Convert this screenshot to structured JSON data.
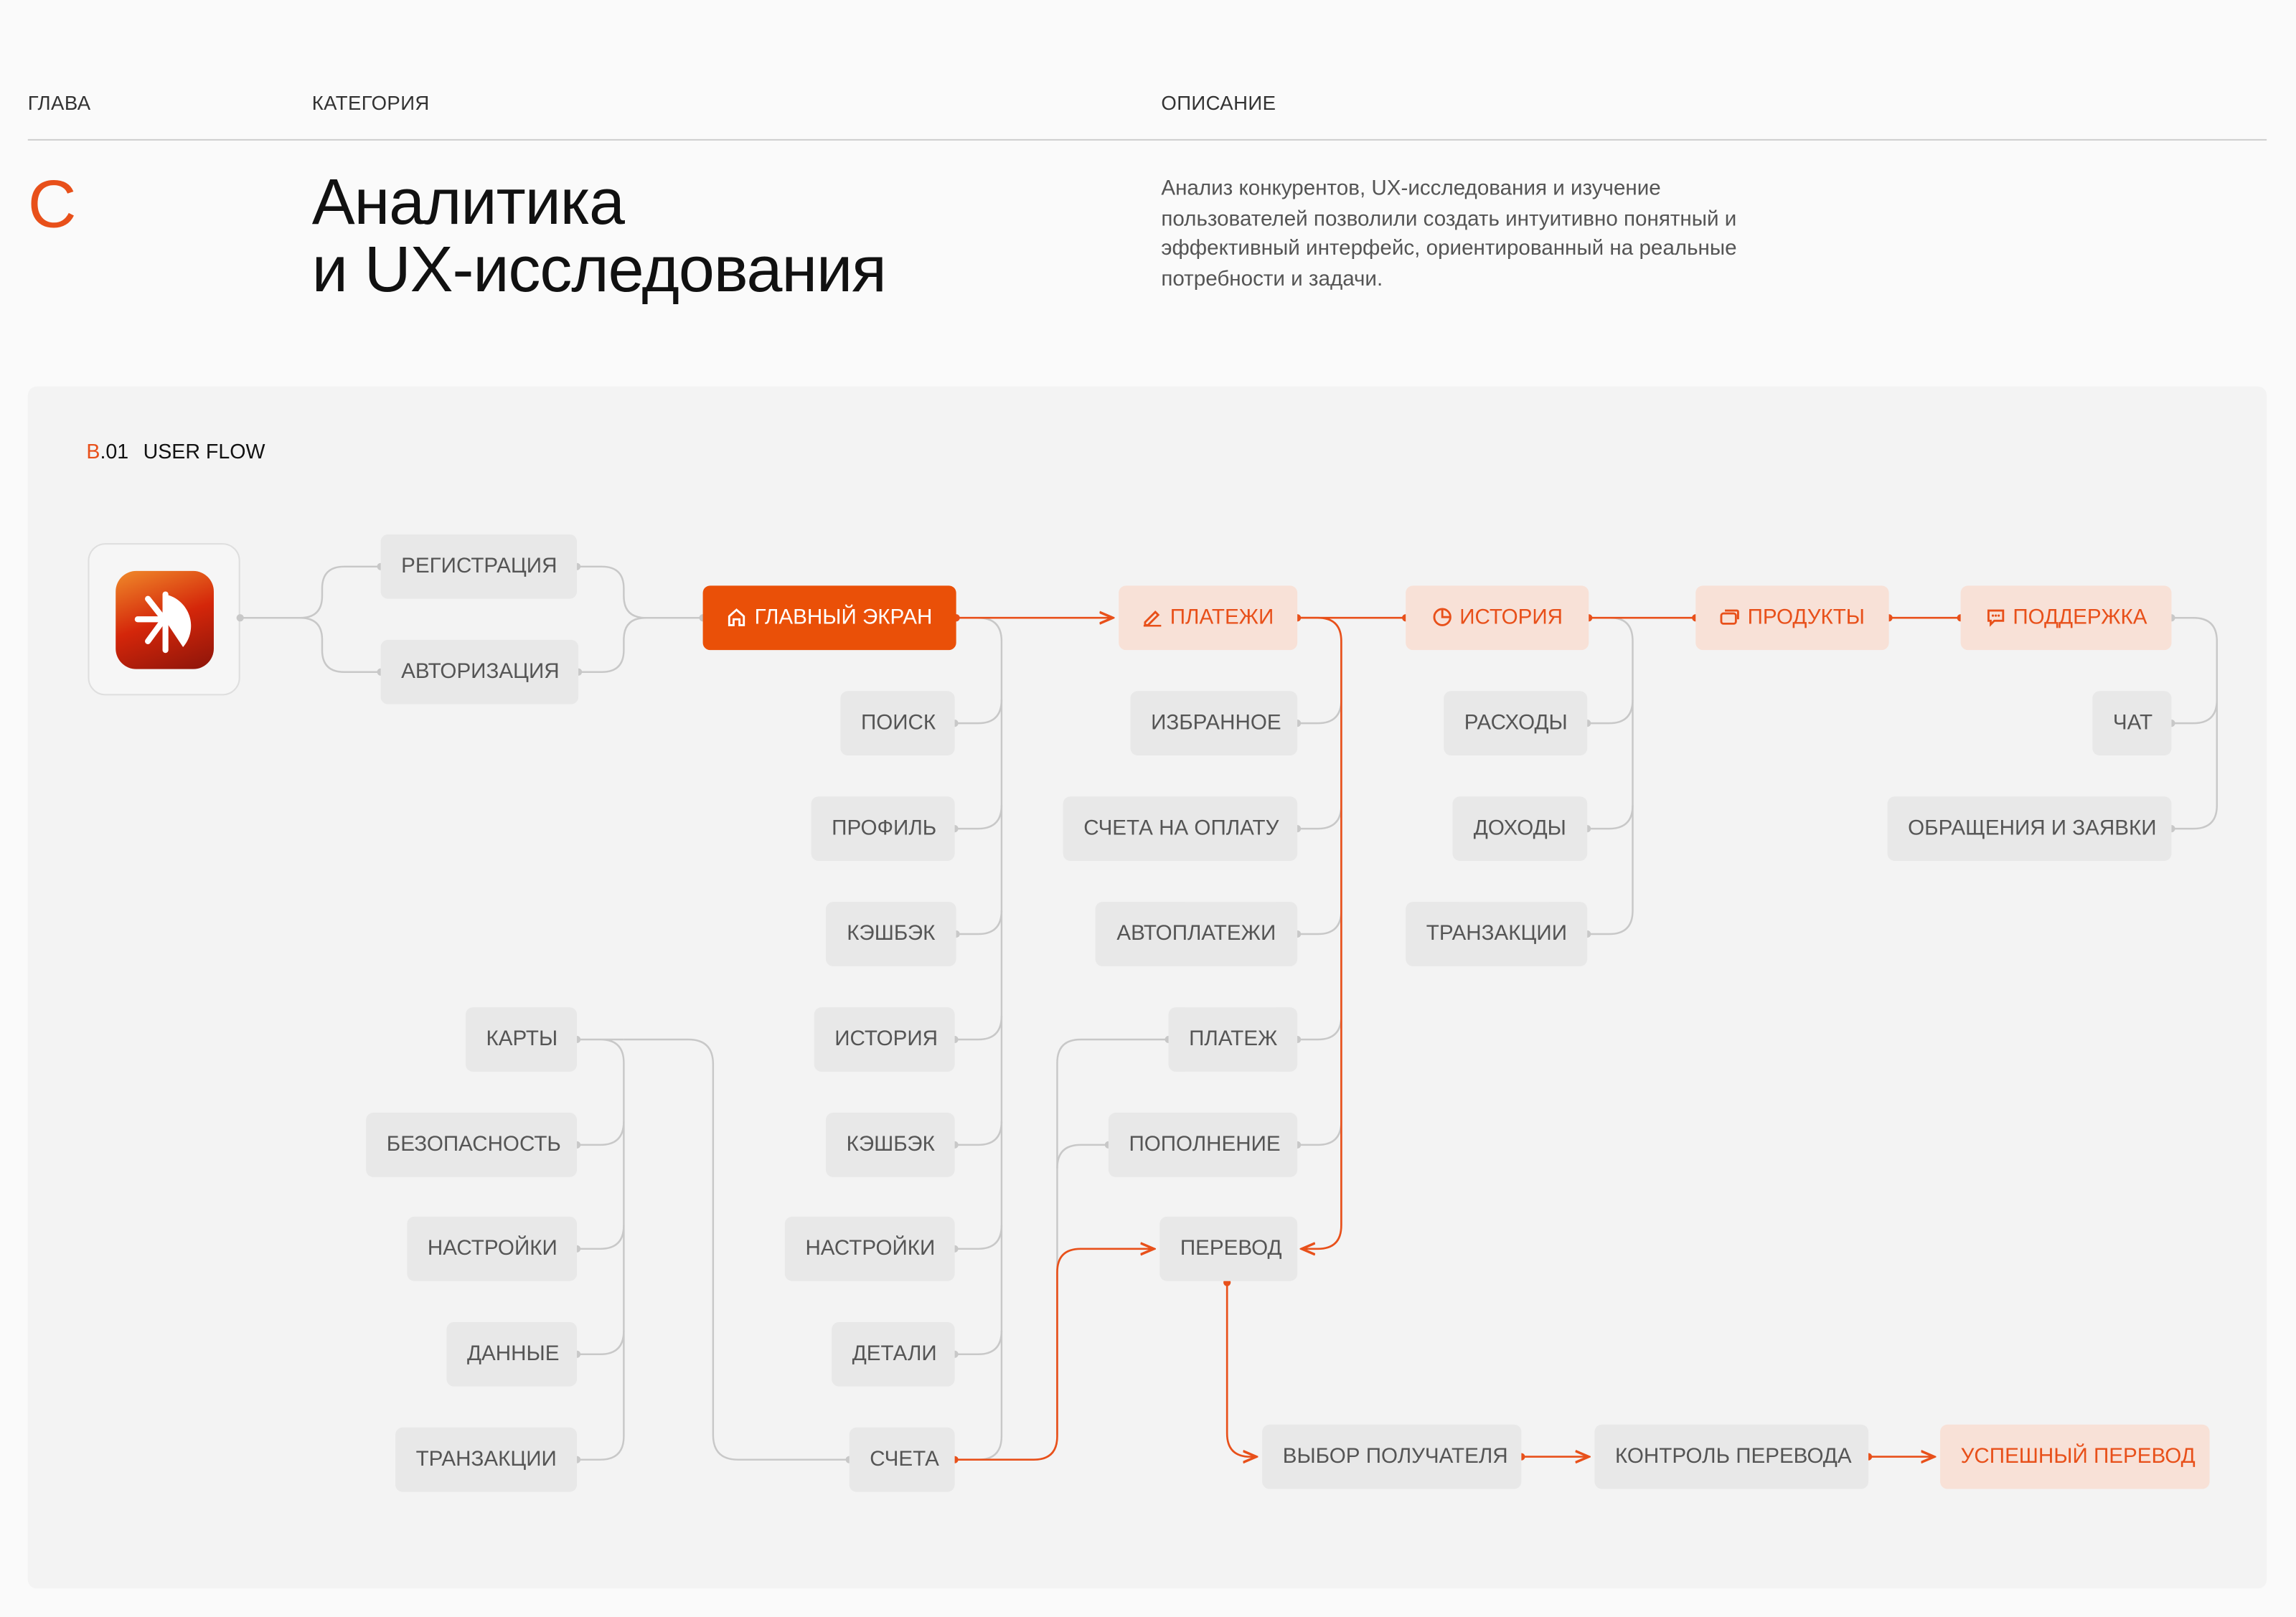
{
  "header": {
    "col_chapter": "ГЛАВА",
    "col_category": "КАТЕГОРИЯ",
    "col_description": "ОПИСАНИЕ",
    "chapter": "C",
    "title_line1": "Аналитика",
    "title_line2": "и UX-исследования",
    "description": "Анализ конкурентов, UX-исследования и изучение пользователей позволили создать интуитивно понятный и эффективный интерфейс, ориентированный на реальные потребности и задачи."
  },
  "section": {
    "prefix": "B",
    "number": ".01",
    "title": "USER FLOW"
  },
  "colors": {
    "accent": "#e8501a",
    "primary_node": "#ea5008",
    "accent_node_bg": "#f8e1d7",
    "node_bg": "#e8e8e8",
    "edge": "#c8c8c8"
  },
  "nodes": [
    {
      "label": "РЕГИСТРАЦИЯ"
    },
    {
      "label": "АВТОРИЗАЦИЯ"
    },
    {
      "label": "ГЛАВНЫЙ ЭКРАН",
      "icon": "home-icon"
    },
    {
      "label": "ПЛАТЕЖИ",
      "icon": "edit-icon"
    },
    {
      "label": "ИСТОРИЯ",
      "icon": "pie-chart-icon"
    },
    {
      "label": "ПРОДУКТЫ",
      "icon": "cards-icon"
    },
    {
      "label": "ПОДДЕРЖКА",
      "icon": "chat-icon"
    },
    {
      "label": "ПОИСК"
    },
    {
      "label": "ПРОФИЛЬ"
    },
    {
      "label": "КЭШБЭК"
    },
    {
      "label": "ИСТОРИЯ"
    },
    {
      "label": "КЭШБЭК"
    },
    {
      "label": "НАСТРОЙКИ"
    },
    {
      "label": "ДЕТАЛИ"
    },
    {
      "label": "СЧЕТА"
    },
    {
      "label": "ИЗБРАННОЕ"
    },
    {
      "label": "СЧЕТА НА ОПЛАТУ"
    },
    {
      "label": "АВТОПЛАТЕЖИ"
    },
    {
      "label": "ПЛАТЕЖ"
    },
    {
      "label": "ПОПОЛНЕНИЕ"
    },
    {
      "label": "ПЕРЕВОД"
    },
    {
      "label": "РАСХОДЫ"
    },
    {
      "label": "ДОХОДЫ"
    },
    {
      "label": "ТРАНЗАКЦИИ"
    },
    {
      "label": "ЧАТ"
    },
    {
      "label": "ОБРАЩЕНИЯ И ЗАЯВКИ"
    },
    {
      "label": "КАРТЫ"
    },
    {
      "label": "БЕЗОПАСНОСТЬ"
    },
    {
      "label": "НАСТРОЙКИ"
    },
    {
      "label": "ДАННЫЕ"
    },
    {
      "label": "ТРАНЗАКЦИИ"
    },
    {
      "label": "ВЫБОР ПОЛУЧАТЕЛЯ"
    },
    {
      "label": "КОНТРОЛЬ ПЕРЕВОДА"
    },
    {
      "label": "УСПЕШНЫЙ ПЕРЕВОД"
    }
  ]
}
